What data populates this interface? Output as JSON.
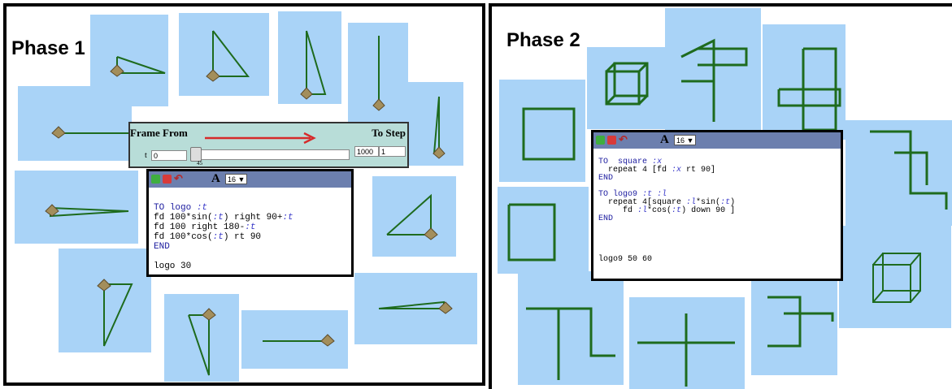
{
  "phase1": {
    "title": "Phase 1",
    "slider": {
      "label_left": "Frame From",
      "label_right": "To Step",
      "t_label": "t",
      "t_value": "0",
      "from_value": "1000",
      "step_value": "1",
      "slider_value": "45"
    },
    "editor": {
      "font_size": "16 ▼",
      "line1_kw": "TO",
      "line1_name": "logo",
      "line1_param": ":t",
      "line2": "fd 100*sin(",
      "line2_v": ":t",
      "line2_b": ") right 90+",
      "line2_v2": ":t",
      "line3": "fd 100 right 180-",
      "line3_v": ":t",
      "line4": "fd 100*cos(",
      "line4_v": ":t",
      "line4_b": ") rt 90",
      "line5": "END",
      "command": "logo 30"
    }
  },
  "phase2": {
    "title": "Phase 2",
    "editor": {
      "font_size": "16 ▼",
      "l1_kw": "TO",
      "l1_name": "square",
      "l1_p": ":x",
      "l2": "  repeat 4 [fd ",
      "l2_v": ":x",
      "l2_b": " rt 90]",
      "l3": "END",
      "l4_kw": "TO",
      "l4_name": "logo9",
      "l4_p": ":t :l",
      "l5": "  repeat 4[square ",
      "l5_v": ":l",
      "l5_b": "*sin(",
      "l5_v2": ":t",
      "l5_c": ")",
      "l6": "     fd ",
      "l6_v": ":l",
      "l6_b": "*cos(",
      "l6_v2": ":t",
      "l6_c": ") down 90 ]",
      "l7": "END",
      "command": "logo9 50 60"
    }
  },
  "colors": {
    "tile": "#a9d3f7",
    "line": "#1e6b1e",
    "toolbar": "#6c7fae",
    "arrow": "#d62a2a"
  }
}
